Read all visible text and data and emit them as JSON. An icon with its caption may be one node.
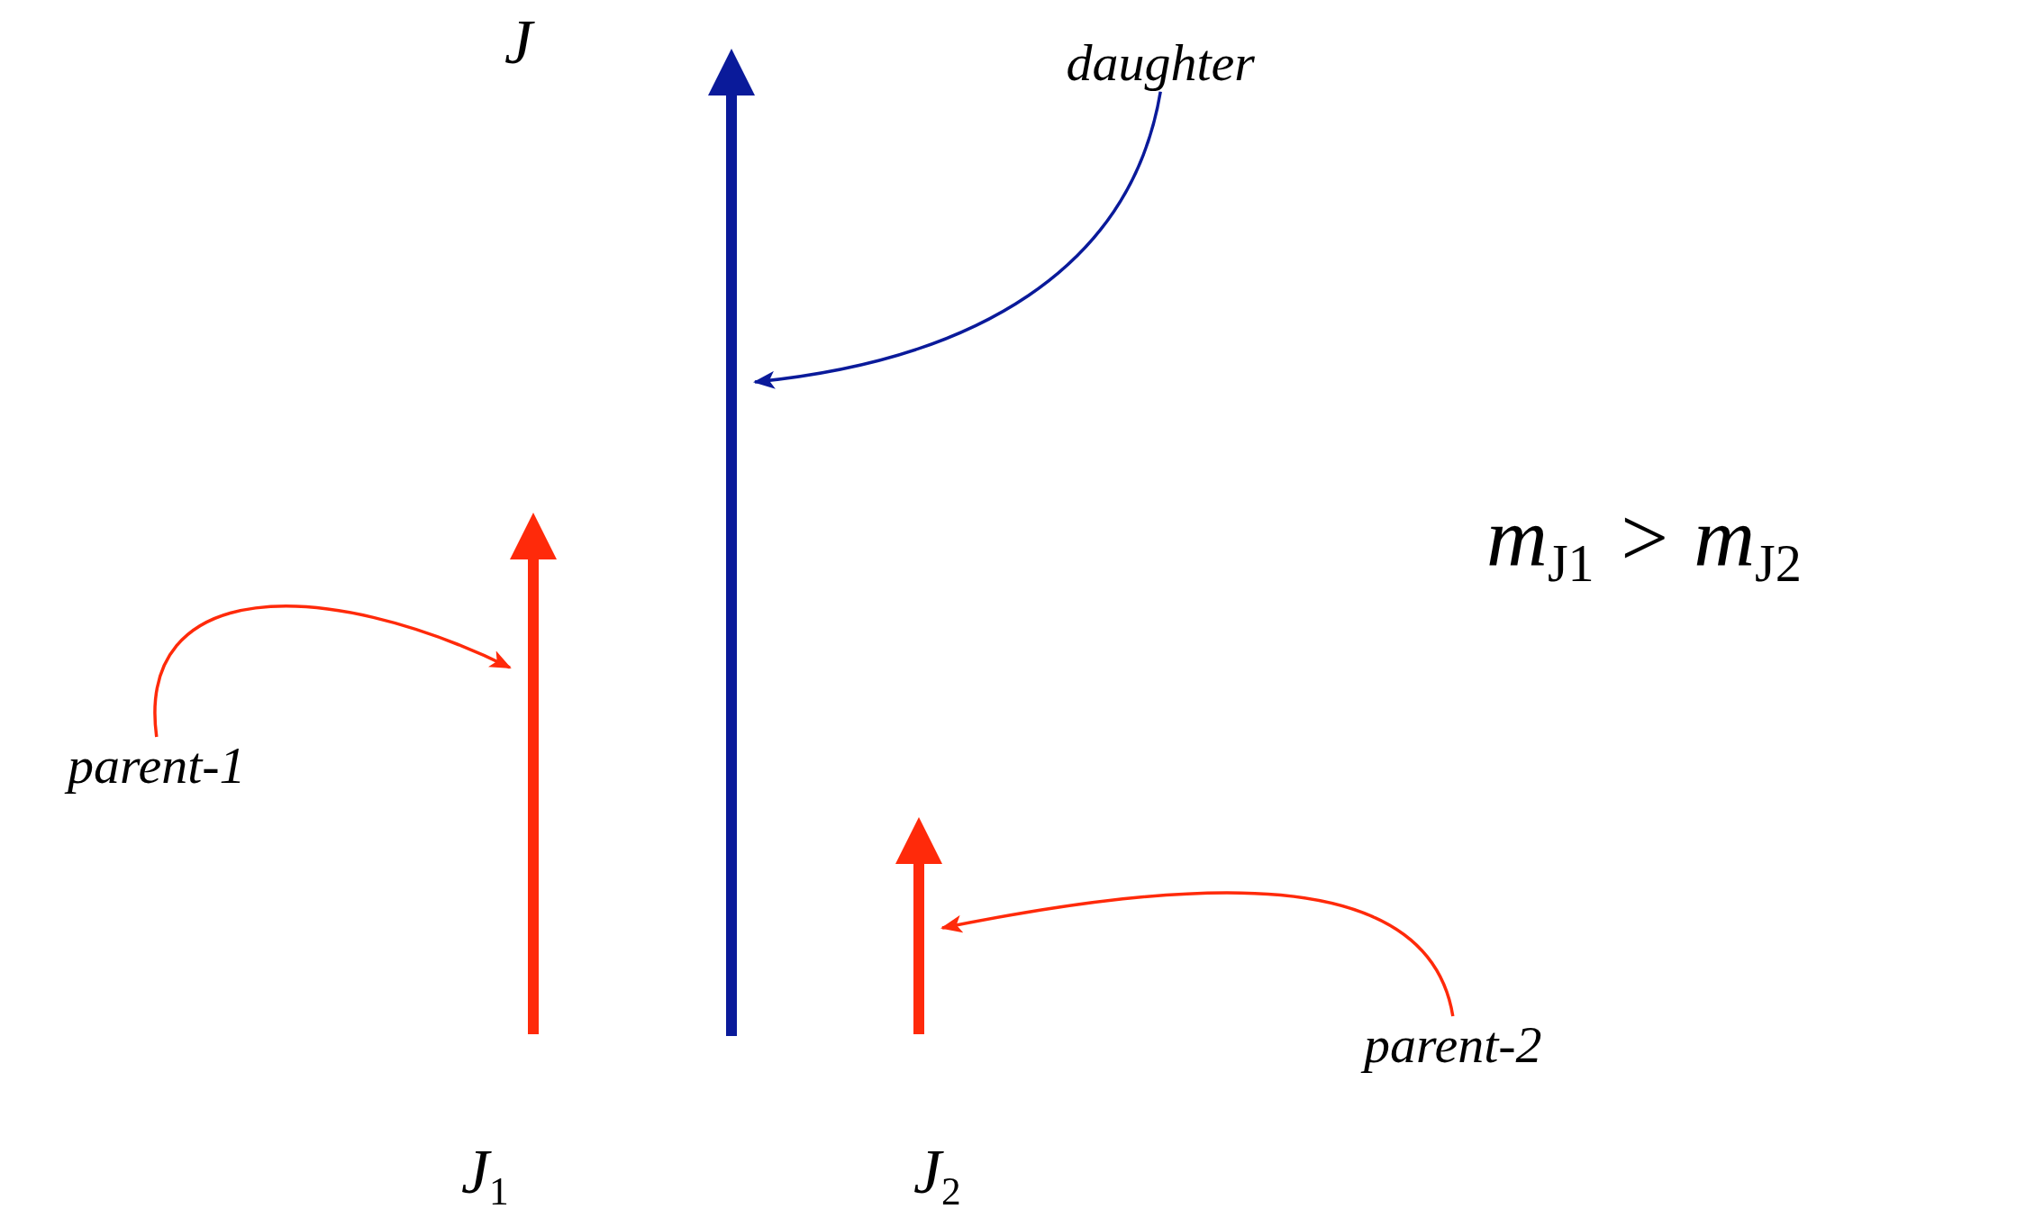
{
  "diagram": {
    "nodes": [
      {
        "text": [
          "daughter"
        ]
      },
      {
        "text": [],
        "shape": "arrow"
      },
      {
        "text": [
          "parent-1"
        ]
      },
      {
        "text": [],
        "shape": "arrow"
      },
      {
        "text": [
          "parent-2"
        ]
      },
      {
        "text": [],
        "shape": "arrow"
      }
    ],
    "edges": [
      {
        "from": 0,
        "to": 1,
        "arrow": "to",
        "color": "#0a1a9a"
      },
      {
        "from": 2,
        "to": 3,
        "arrow": "to"
      },
      {
        "from": 4,
        "to": 5,
        "arrow": "to"
      }
    ],
    "labels": [
      "*J*",
      "m$_{J1}$ > m$_{J2}$",
      "*J*$_{1}$",
      "*J*$_{2}$"
    ]
  }
}
